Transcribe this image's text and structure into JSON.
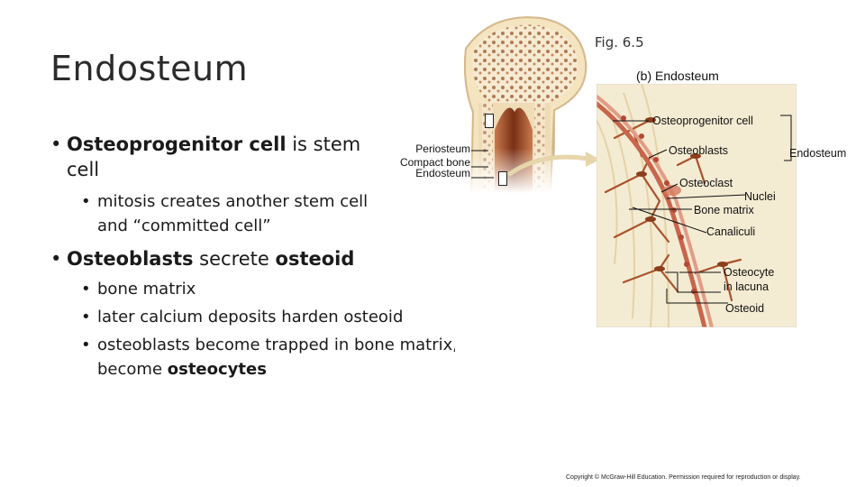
{
  "slide": {
    "title": "Endosteum",
    "bullets": [
      {
        "bold": "Osteoprogenitor cell",
        "text": " is stem",
        "text2": "cell",
        "sub": [
          "mitosis creates another stem cell",
          "and “committed cell”"
        ]
      },
      {
        "bold": "Osteoblasts",
        "text": " secrete ",
        "bold2": "osteoid",
        "sub": [
          "bone matrix",
          "later calcium deposits harden osteoid",
          "osteoblasts become trapped in bone matrix,",
          "become ",
          "osteocytes"
        ]
      }
    ]
  },
  "figure": {
    "fig_label": "Fig. 6.5",
    "subtitle": "(b) Endosteum",
    "bone_labels": [
      "Periosteum",
      "Compact bone",
      "Endosteum"
    ],
    "detail_labels": {
      "osteoprogenitor": "Osteoprogenitor cell",
      "osteoblasts": "Osteoblasts",
      "endosteum": "Endosteum",
      "osteoclast": "Osteoclast",
      "nuclei": "Nuclei",
      "bone_matrix": "Bone matrix",
      "canaliculi": "Canaliculi",
      "osteocyte": "Osteocyte",
      "in_lacuna": "in lacuna",
      "osteoid": "Osteoid"
    },
    "copyright": "Copyright © McGraw-Hill Education. Permission required for reproduction or display."
  },
  "colors": {
    "tissue": "#f3e6c6",
    "cells": "#a0522d",
    "membrane": "#c8654b"
  }
}
